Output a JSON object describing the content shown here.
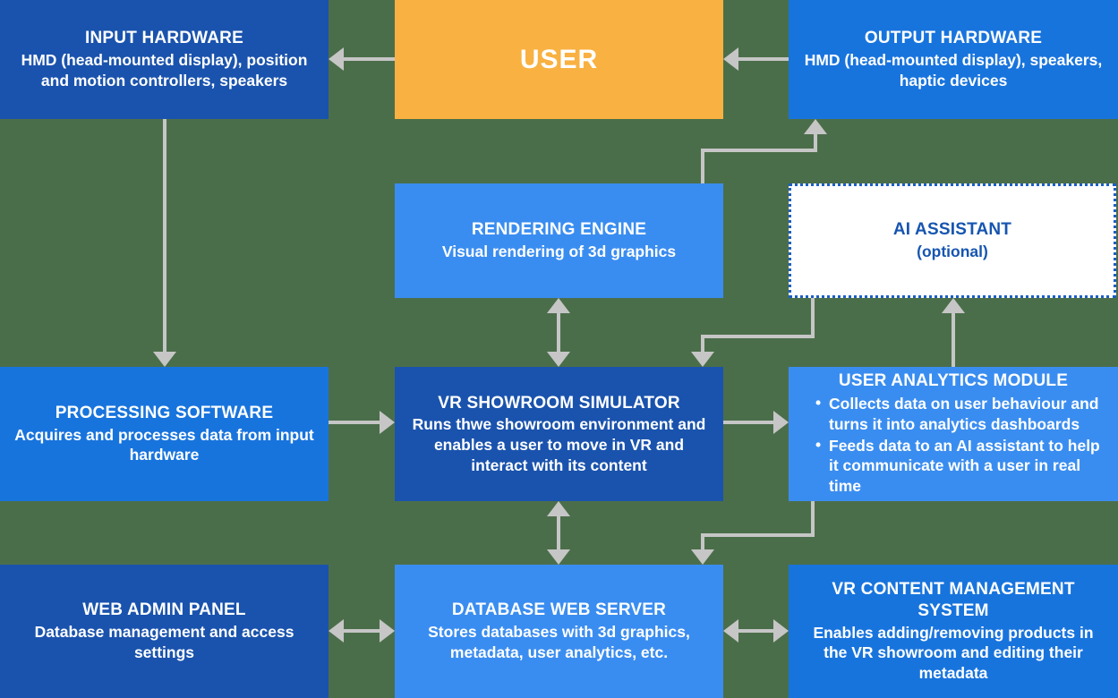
{
  "diagram": {
    "background_color": "#4b6e4a",
    "connector_color": "#c6c6c6",
    "nodes": {
      "input_hardware": {
        "title": "INPUT HARDWARE",
        "desc": "HMD (head-mounted display), position and motion controllers, speakers",
        "color": "#1a53ad"
      },
      "user": {
        "title": "USER",
        "color": "#f9b141"
      },
      "output_hardware": {
        "title": "OUTPUT HARDWARE",
        "desc": "HMD (head-mounted display), speakers, haptic devices",
        "color": "#1874dd"
      },
      "rendering_engine": {
        "title": "RENDERING ENGINE",
        "desc": "Visual rendering of 3d graphics",
        "color": "#3a8df0"
      },
      "ai_assistant": {
        "title": "AI ASSISTANT",
        "desc": "(optional)",
        "color": "#ffffff",
        "border_color": "#1b5fc4",
        "text_color": "#1655b0"
      },
      "processing_software": {
        "title": "PROCESSING SOFTWARE",
        "desc": "Acquires and processes data from input hardware",
        "color": "#1874dd"
      },
      "vr_showroom_simulator": {
        "title": "VR SHOWROOM SIMULATOR",
        "desc": "Runs thwe showroom environment and enables a user to move in VR and interact with its content",
        "color": "#1a53ad"
      },
      "user_analytics_module": {
        "title": "USER ANALYTICS MODULE",
        "bullets": [
          "Collects data on user behaviour and turns it into analytics dashboards",
          "Feeds data to an AI assistant to help it communicate with a user in real time"
        ],
        "color": "#3a8df0"
      },
      "web_admin_panel": {
        "title": "WEB ADMIN PANEL",
        "desc": "Database management and access settings",
        "color": "#1a53ad"
      },
      "database_web_server": {
        "title": "DATABASE WEB SERVER",
        "desc": "Stores databases with 3d graphics, metadata, user analytics, etc.",
        "color": "#3a8df0"
      },
      "vr_content_management_system": {
        "title": "VR CONTENT MANAGEMENT SYSTEM",
        "desc": "Enables adding/removing products in the VR showroom and editing their metadata",
        "color": "#1874dd"
      }
    }
  }
}
